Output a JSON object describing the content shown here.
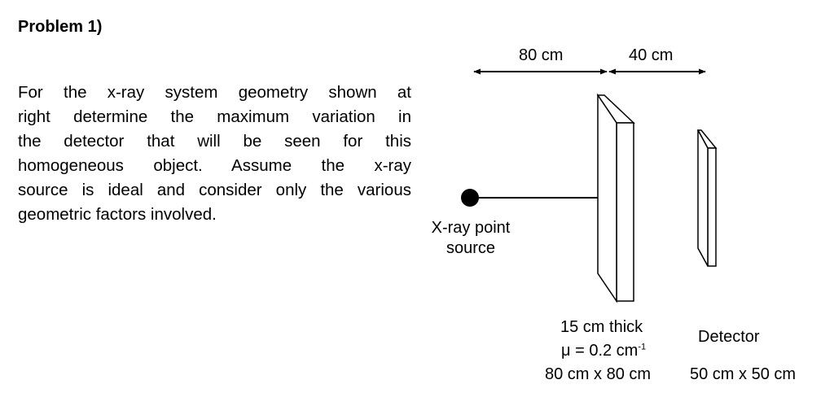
{
  "problem": {
    "title": "Problem 1)",
    "body_lines": [
      "For the x-ray system geometry shown at",
      "right determine the maximum variation in",
      "the detector that will be seen for this",
      "homogeneous object.  Assume the x-ray",
      "source is ideal and consider only the various",
      "geometric factors involved."
    ]
  },
  "diagram": {
    "dimensions": {
      "source_to_object": "80 cm",
      "object_to_detector": "40 cm"
    },
    "source": {
      "label_line1": "X-ray point",
      "label_line2": "source"
    },
    "object": {
      "thickness": "15 cm thick",
      "mu_symbol": "μ",
      "mu_value": " = 0.2 cm",
      "mu_exponent": "-1",
      "size": "80 cm x 80 cm"
    },
    "detector": {
      "label": "Detector",
      "size": "50 cm x 50 cm"
    }
  }
}
